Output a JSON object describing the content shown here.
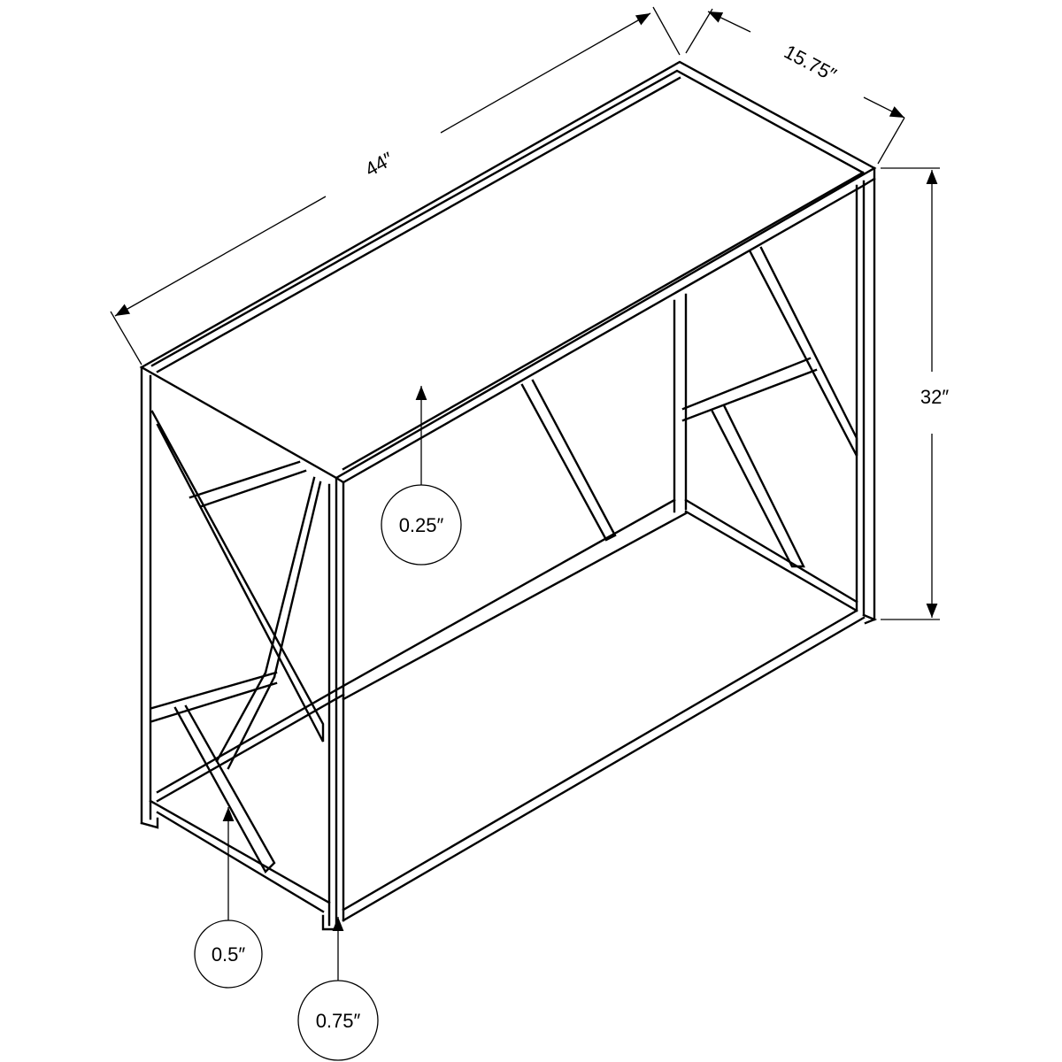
{
  "dimensions": {
    "length": "44″",
    "depth": "15.75″",
    "height": "32″"
  },
  "callouts": {
    "top_thickness": "0.25″",
    "tube_small": "0.5″",
    "tube_large": "0.75″"
  },
  "colors": {
    "line": "#000000",
    "background": "#ffffff"
  }
}
